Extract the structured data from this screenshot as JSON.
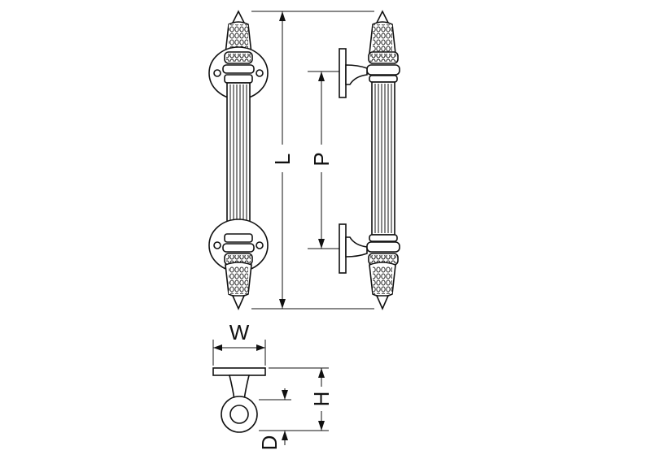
{
  "labels": {
    "length": "L",
    "pitch": "P",
    "width": "W",
    "height": "H",
    "diameter": "D"
  },
  "colors": {
    "line": "#111111",
    "background": "#ffffff"
  }
}
